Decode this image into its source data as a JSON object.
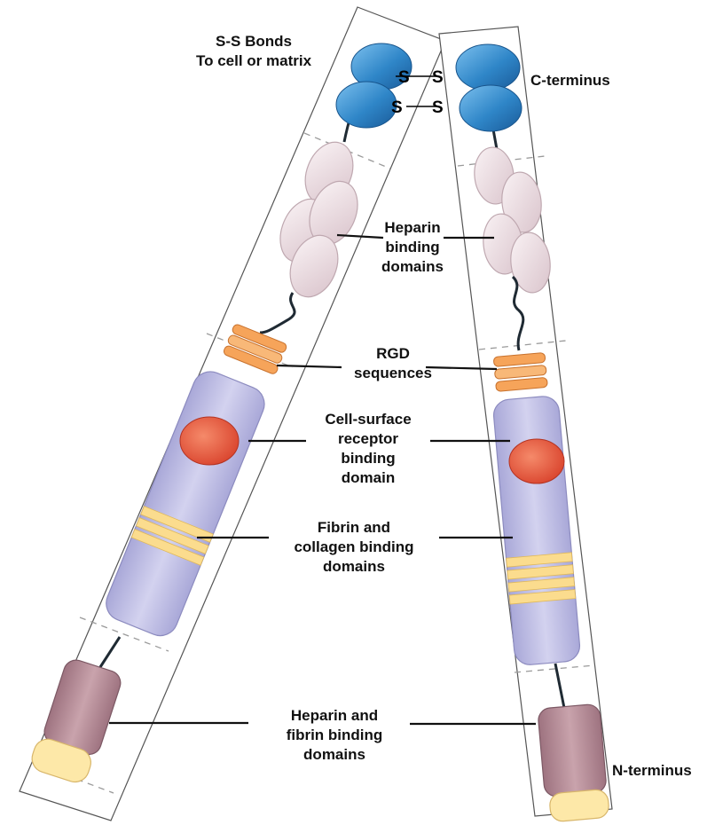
{
  "labels": {
    "ss_bonds": [
      "S-S Bonds",
      "To cell or matrix"
    ],
    "c_terminus": "C-terminus",
    "heparin_binding": [
      "Heparin",
      "binding",
      "domains"
    ],
    "rgd": [
      "RGD",
      "sequences"
    ],
    "cell_surface": [
      "Cell-surface",
      "receptor",
      "binding",
      "domain"
    ],
    "fibrin_collagen": [
      "Fibrin and",
      "collagen binding",
      "domains"
    ],
    "heparin_fibrin": [
      "Heparin and",
      "fibrin binding",
      "domains"
    ],
    "n_terminus": "N-terminus",
    "s_letter": "S"
  },
  "colors": {
    "blue_domain": "#2f86c8",
    "pink_domain": "#ecdde2",
    "orange_rgd": "#f6a45a",
    "lavender_body": "#c4c3e6",
    "red_receptor": "#e4523a",
    "yellow_band": "#fbdc8e",
    "mauve_terminal": "#b98e98",
    "cream_end": "#fde8a8"
  }
}
